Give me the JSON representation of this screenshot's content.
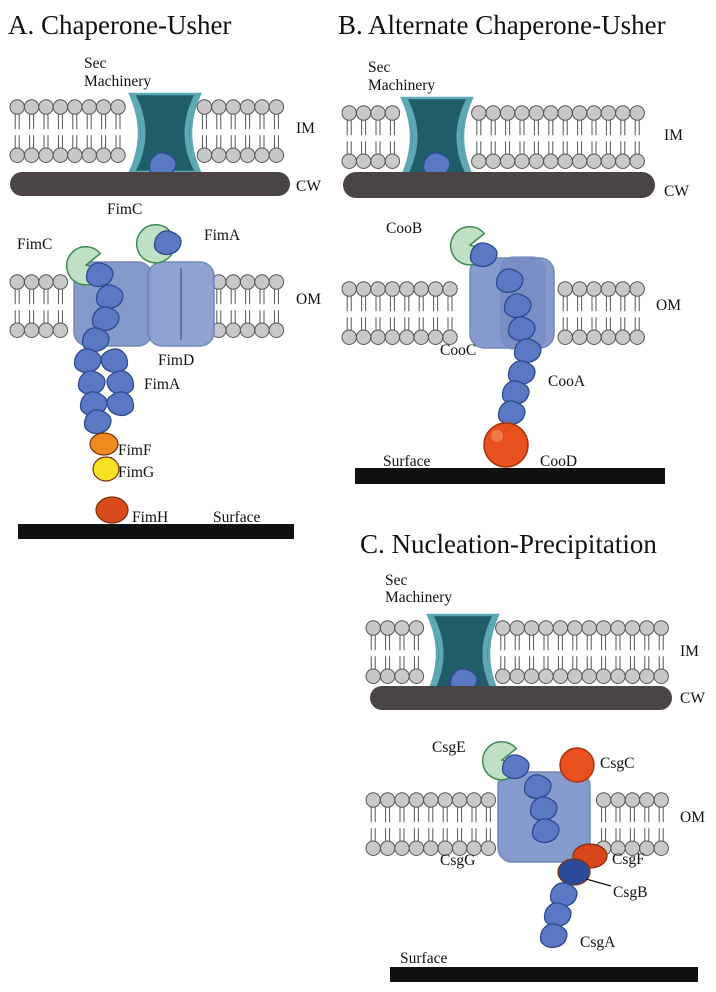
{
  "colors": {
    "lipid_head": "#c9c8c8",
    "lipid_outline": "#555555",
    "cell_wall": "#4a4444",
    "sec_channel": "#1f5e69",
    "sec_rim": "#5ea7b5",
    "usher": "#7e95c9",
    "usher_dark": "#6c82b6",
    "subunit": "#5a78c4",
    "subunit_outline": "#2f4a8e",
    "chaperone": "#bfe0c4",
    "chaperone_outline": "#3e8a54",
    "fimf": "#ef8a1f",
    "fimg": "#f5e224",
    "fimh": "#d64a1c",
    "tip_red": "#e8501f",
    "csgb": "#2b4b98",
    "surface": "#111111"
  },
  "panelA": {
    "title": "A. Chaperone-Usher",
    "sec": "Sec\nMachinery",
    "im": "IM",
    "cw": "CW",
    "om": "OM",
    "fimc_top": "FimC",
    "fimc": "FimC",
    "fima_top": "FimA",
    "fimd": "FimD",
    "fima": "FimA",
    "fimf": "FimF",
    "fimg": "FimG",
    "fimh": "FimH",
    "surface": "Surface"
  },
  "panelB": {
    "title": "B. Alternate Chaperone-Usher",
    "sec": "Sec\nMachinery",
    "im": "IM",
    "cw": "CW",
    "om": "OM",
    "coob": "CooB",
    "cooc": "CooC",
    "cooa": "CooA",
    "surface": "Surface",
    "cood": "CooD"
  },
  "panelC": {
    "title": "C. Nucleation-Precipitation",
    "sec": "Sec\nMachinery",
    "im": "IM",
    "cw": "CW",
    "om": "OM",
    "csge": "CsgE",
    "csgc": "CsgC",
    "csgg": "CsgG",
    "csgf": "CsgF",
    "csgb": "CsgB",
    "csga": "CsgA",
    "surface": "Surface"
  }
}
